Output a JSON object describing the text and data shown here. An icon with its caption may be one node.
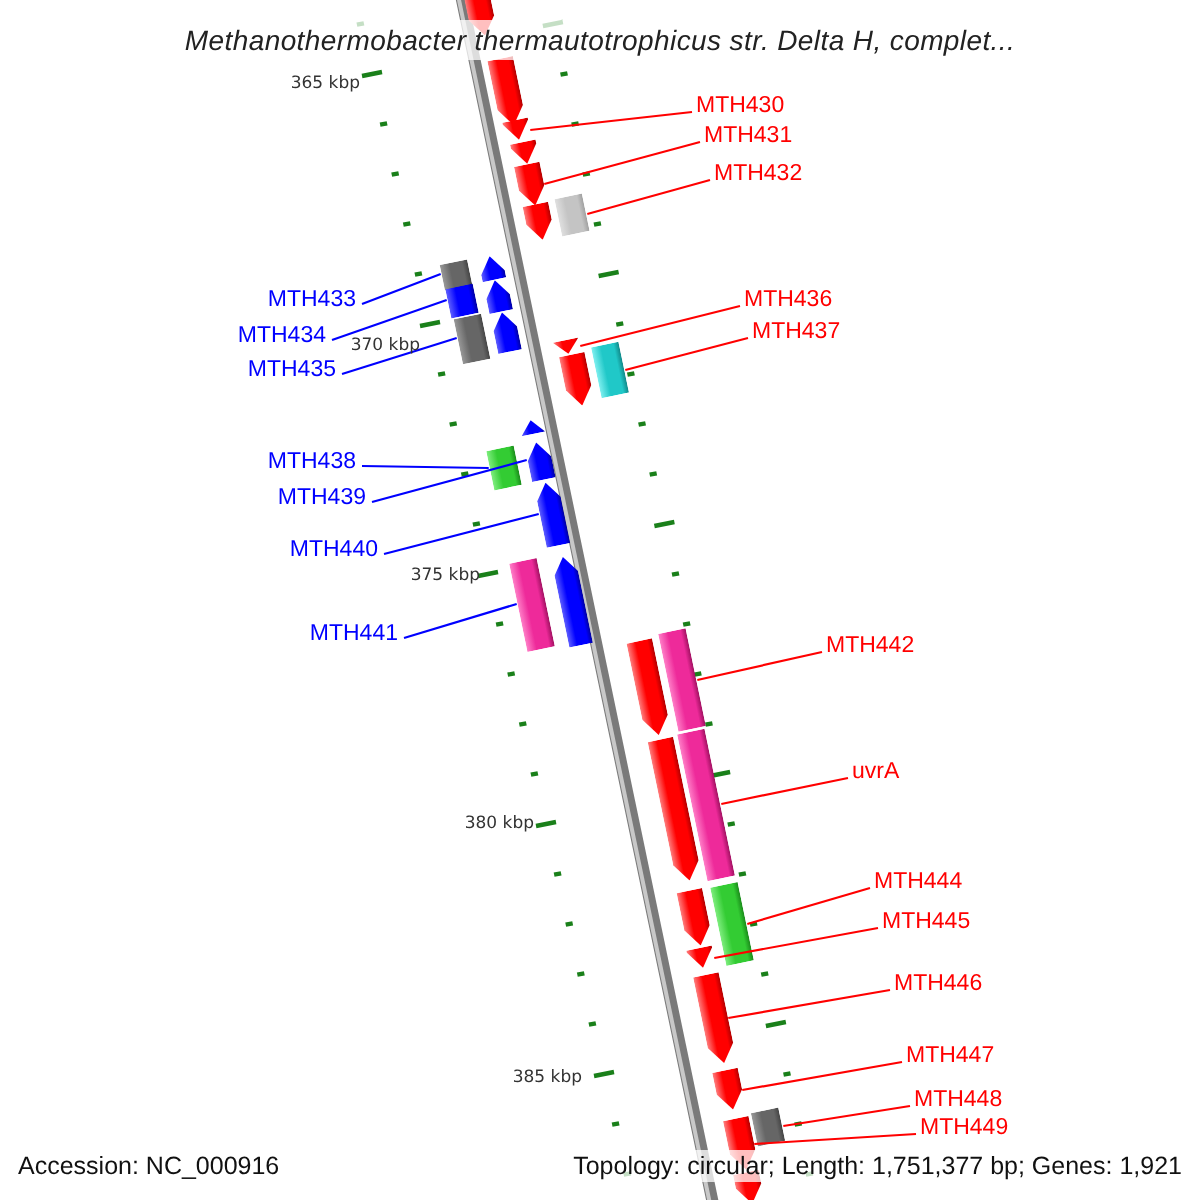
{
  "diagram": {
    "title": "Methanothermobacter thermautotrophicus str. Delta H, complet...",
    "nodes": [
      {
        "text": [
          "MTH430"
        ]
      },
      {
        "text": [
          "MTH431"
        ]
      },
      {
        "text": [
          "MTH432"
        ]
      },
      {
        "text": [
          "MTH433"
        ]
      },
      {
        "text": [
          "MTH434"
        ]
      },
      {
        "text": [
          "MTH435"
        ]
      },
      {
        "text": [
          "MTH436"
        ]
      },
      {
        "text": [
          "MTH437"
        ]
      },
      {
        "text": [
          "MTH438"
        ]
      },
      {
        "text": [
          "MTH439"
        ]
      },
      {
        "text": [
          "MTH440"
        ]
      },
      {
        "text": [
          "MTH441"
        ]
      },
      {
        "text": [
          "MTH442"
        ]
      },
      {
        "text": [
          "uvrA"
        ]
      },
      {
        "text": [
          "MTH444"
        ]
      },
      {
        "text": [
          "MTH445"
        ]
      },
      {
        "text": [
          "MTH446"
        ]
      },
      {
        "text": [
          "MTH447"
        ]
      },
      {
        "text": [
          "MTH448"
        ]
      },
      {
        "text": [
          "MTH449"
        ]
      },
      {
        "text": [],
        "shape": "pentagon"
      },
      {
        "text": [],
        "shape": "pentagon"
      },
      {
        "text": [],
        "shape": "pentagon"
      },
      {
        "text": [],
        "shape": "pentagon"
      },
      {
        "text": [],
        "shape": "pentagon"
      },
      {
        "text": [],
        "shape": "pentagon"
      },
      {
        "text": [],
        "shape": "box"
      },
      {
        "text": [],
        "shape": "box"
      },
      {
        "text": [],
        "shape": "box"
      },
      {
        "text": [],
        "shape": "box"
      },
      {
        "text": [],
        "shape": "pentagon"
      },
      {
        "text": [],
        "shape": "pentagon"
      },
      {
        "text": [],
        "shape": "pentagon"
      },
      {
        "text": [],
        "shape": "pentagon"
      },
      {
        "text": [],
        "shape": "pentagon"
      },
      {
        "text": [],
        "shape": "box"
      },
      {
        "text": [],
        "shape": "pentagon"
      },
      {
        "text": [],
        "shape": "box"
      },
      {
        "text": [],
        "shape": "pentagon"
      },
      {
        "text": [],
        "shape": "pentagon"
      },
      {
        "text": [],
        "shape": "box"
      },
      {
        "text": [],
        "shape": "pentagon"
      },
      {
        "text": [],
        "shape": "pentagon"
      },
      {
        "text": [],
        "shape": "box"
      },
      {
        "text": [],
        "shape": "pentagon"
      },
      {
        "text": [],
        "shape": "box"
      },
      {
        "text": [],
        "shape": "pentagon"
      },
      {
        "text": [],
        "shape": "box"
      },
      {
        "text": [],
        "shape": "pentagon"
      },
      {
        "text": [],
        "shape": "pentagon"
      },
      {
        "text": [],
        "shape": "pentagon"
      },
      {
        "text": [],
        "shape": "box"
      },
      {
        "text": [],
        "shape": "pentagon"
      },
      {
        "text": [],
        "shape": "pentagon"
      }
    ],
    "edges": [
      {
        "from": 0,
        "to": 22,
        "arrow": "none"
      },
      {
        "from": 1,
        "to": 24,
        "arrow": "none"
      },
      {
        "from": 2,
        "to": 26,
        "arrow": "none"
      },
      {
        "from": 3,
        "to": 27,
        "arrow": "none",
        "color": "#0000ff"
      },
      {
        "from": 4,
        "to": 28,
        "arrow": "none",
        "color": "#0000ff"
      },
      {
        "from": 5,
        "to": 29,
        "arrow": "none",
        "color": "#0000ff"
      },
      {
        "from": 6,
        "to": 33,
        "arrow": "none"
      },
      {
        "from": 7,
        "to": 35,
        "arrow": "none"
      },
      {
        "from": 8,
        "to": 37,
        "arrow": "none",
        "color": "#0000ff"
      },
      {
        "from": 9,
        "to": 38,
        "arrow": "none",
        "color": "#0000ff"
      },
      {
        "from": 10,
        "to": 39,
        "arrow": "none",
        "color": "#0000ff"
      },
      {
        "from": 11,
        "to": 40,
        "arrow": "none",
        "color": "#0000ff"
      },
      {
        "from": 12,
        "to": 43,
        "arrow": "none"
      },
      {
        "from": 13,
        "to": 45,
        "arrow": "none"
      },
      {
        "from": 14,
        "to": 47,
        "arrow": "none"
      },
      {
        "from": 15,
        "to": 48,
        "arrow": "none"
      },
      {
        "from": 16,
        "to": 49,
        "arrow": "none"
      },
      {
        "from": 17,
        "to": 50,
        "arrow": "none"
      },
      {
        "from": 18,
        "to": 51,
        "arrow": "none"
      },
      {
        "from": 19,
        "to": 52,
        "arrow": "none"
      }
    ],
    "labels": [
      "365 kbp",
      "370 kbp",
      "375 kbp",
      "380 kbp",
      "385 kbp",
      "Accession: NC_000916",
      "Topology: circular; Length: 1,751,377 bp; Genes: 1,921"
    ]
  }
}
